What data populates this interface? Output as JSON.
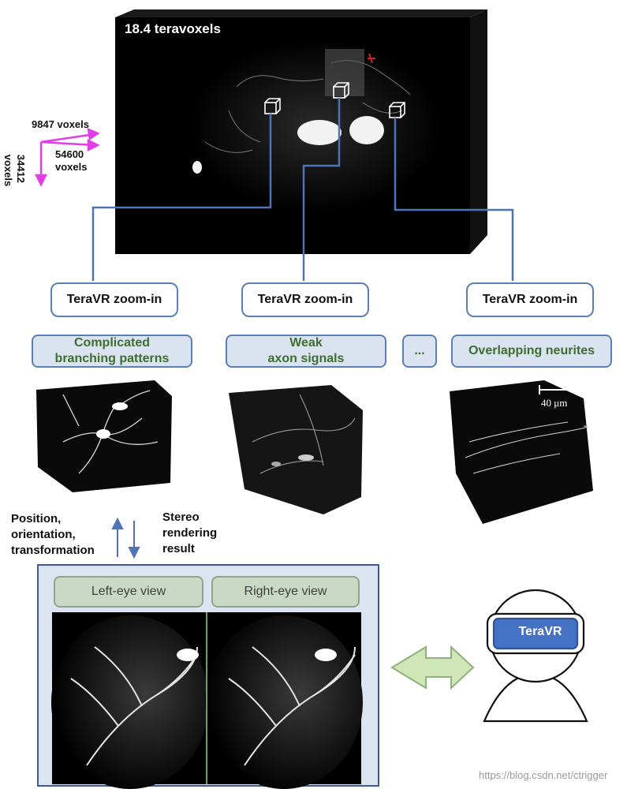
{
  "volume": {
    "title": "18.4 teravoxels"
  },
  "axes": {
    "x_label": "54600\nvoxels",
    "y_label": "9847 voxels",
    "z_label": "34412\nvoxels"
  },
  "zoom_boxes": [
    "TeraVR zoom-in",
    "TeraVR zoom-in",
    "TeraVR zoom-in"
  ],
  "tags": [
    "Complicated\nbranching patterns",
    "Weak\naxon signals",
    "...",
    "Overlapping neurites"
  ],
  "scale_bar": "40 μm",
  "vr": {
    "input_label": "Position,\norientation,\ntransformation",
    "output_label": "Stereo\nrendering\nresult",
    "left_eye": "Left-eye view",
    "right_eye": "Right-eye view",
    "headset_text": "TeraVR"
  },
  "watermark": "https://blog.csdn.net/ctrigger",
  "colors": {
    "connector": "#4f74b4",
    "tag_text": "#3d6e2f",
    "tag_bg": "#dbe3f1",
    "eye_label_bg": "#c9d9c6",
    "axis": "#e23ee8",
    "headset": "#4472c4",
    "double_arrow": "#cfe6b8"
  }
}
